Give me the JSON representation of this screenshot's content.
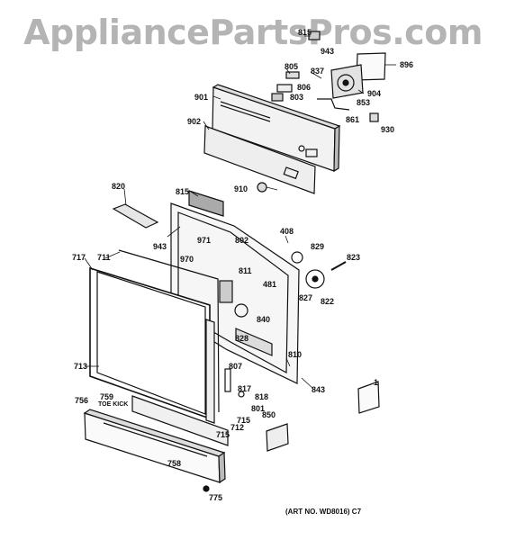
{
  "watermark": "AppliancePartsPros.com",
  "art_number": "(ART NO. WD8016) C7",
  "toe_kick_label": "TOE KICK",
  "callouts": [
    "815",
    "943",
    "805",
    "837",
    "896",
    "806",
    "803",
    "904",
    "901",
    "853",
    "861",
    "930",
    "902",
    "910",
    "820",
    "815",
    "408",
    "829",
    "971",
    "802",
    "823",
    "943",
    "970",
    "717",
    "711",
    "811",
    "481",
    "827",
    "822",
    "840",
    "828",
    "810",
    "713",
    "807",
    "843",
    "817",
    "818",
    "1",
    "801",
    "756",
    "759",
    "850",
    "715",
    "712",
    "715",
    "758",
    "775"
  ]
}
